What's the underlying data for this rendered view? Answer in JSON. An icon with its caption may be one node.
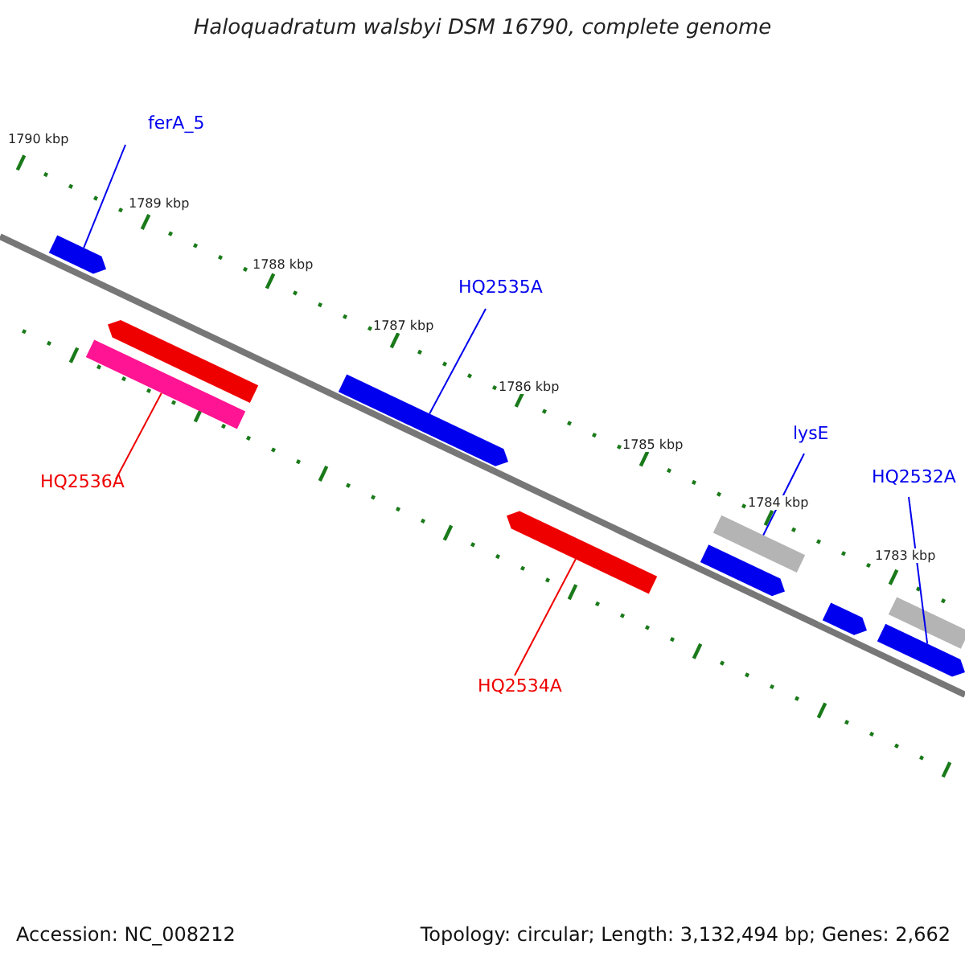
{
  "diagram": {
    "title": "Haloquadratum walsbyi DSM 16790, complete genome",
    "nodes": [
      {
        "text": [
          "ferA_5"
        ]
      },
      {
        "text": [
          "HQ2535A"
        ]
      },
      {
        "text": [
          "lysE"
        ]
      },
      {
        "text": [
          "HQ2532A"
        ]
      },
      {
        "text": [
          "HQ2536A"
        ]
      },
      {
        "text": [
          "HQ2534A"
        ]
      },
      {
        "text": [],
        "shape": "bar"
      },
      {
        "text": [],
        "shape": "bar"
      },
      {
        "text": [],
        "shape": "bar"
      },
      {
        "text": [],
        "shape": "bar"
      },
      {
        "text": [],
        "shape": "bar"
      },
      {
        "text": [],
        "shape": "bar"
      },
      {
        "text": [],
        "shape": "bar"
      },
      {
        "text": [],
        "shape": "bar"
      },
      {
        "text": [],
        "shape": "bar"
      },
      {
        "text": [],
        "shape": "bar"
      }
    ],
    "edges": [
      {
        "from": 0,
        "to": 6,
        "arrow": "none"
      },
      {
        "from": 1,
        "to": 9,
        "arrow": "none"
      },
      {
        "from": 2,
        "to": 12,
        "arrow": "none"
      },
      {
        "from": 3,
        "to": 14,
        "arrow": "none"
      },
      {
        "from": 4,
        "to": 7,
        "arrow": "none",
        "color": "#ee0000"
      },
      {
        "from": 5,
        "to": 10,
        "arrow": "none",
        "color": "#ee0000"
      }
    ],
    "labels": [
      "1790 kbp",
      "1789 kbp",
      "1788 kbp",
      "1787 kbp",
      "1786 kbp",
      "1785 kbp",
      "1784 kbp",
      "1783 kbp",
      "Accession: NC_008212",
      "Topology: circular; Length: 3,132,494 bp; Genes: 2,662"
    ]
  }
}
